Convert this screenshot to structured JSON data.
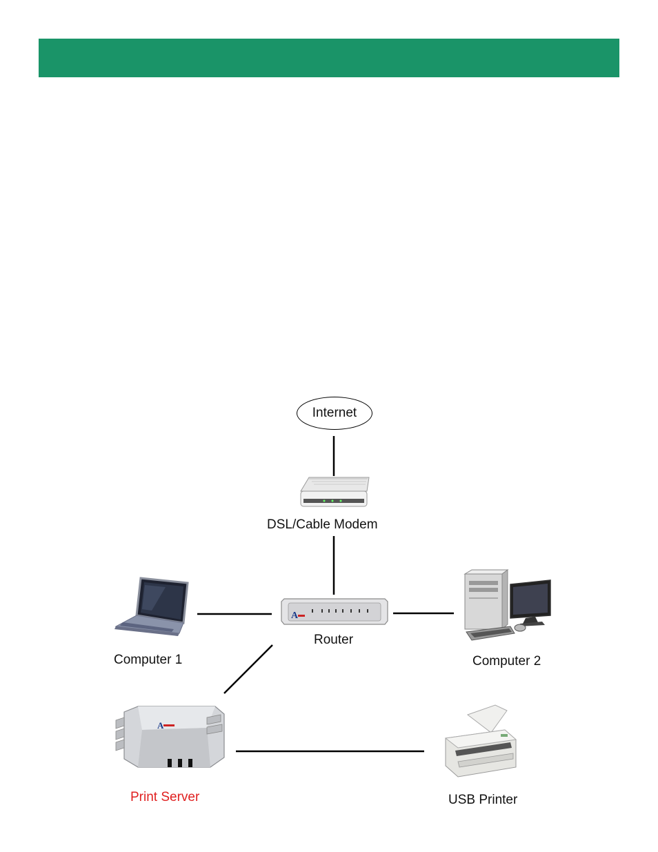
{
  "header": {
    "color": "#1a9468"
  },
  "diagram": {
    "internet_label": "Internet",
    "modem_label": "DSL/Cable Modem",
    "router_label": "Router",
    "computer1_label": "Computer 1",
    "computer2_label": "Computer 2",
    "print_server_label": "Print Server",
    "printer_label": "USB Printer",
    "print_server_label_color": "#e02020"
  }
}
